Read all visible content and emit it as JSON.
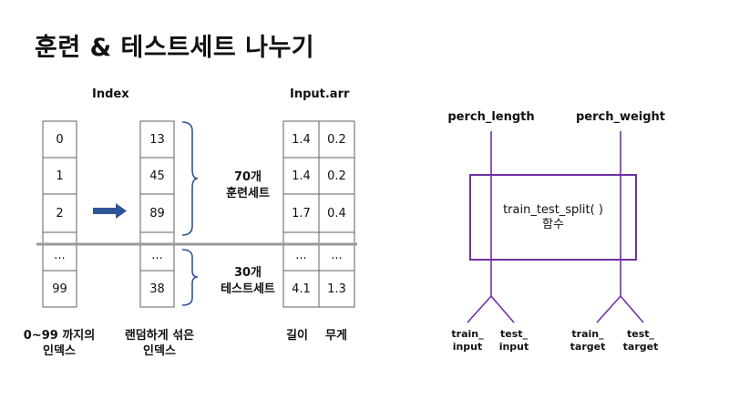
{
  "title": "훈련 & 테스트세트 나누기",
  "index_header": "Index",
  "input_header": "Input.arr",
  "index_column": [
    "0",
    "1",
    "2",
    "...",
    "99"
  ],
  "shuffled_column": [
    "13",
    "45",
    "89",
    "...",
    "38"
  ],
  "input_rows": [
    [
      "1.4",
      "0.2"
    ],
    [
      "1.4",
      "0.2"
    ],
    [
      "1.7",
      "0.4"
    ],
    [
      "...",
      "..."
    ],
    [
      "4.1",
      "1.3"
    ]
  ],
  "train_group": {
    "line1": "70개",
    "line2": "훈련세트"
  },
  "test_group": {
    "line1": "30개",
    "line2": "테스트세트"
  },
  "captions": {
    "index": {
      "line1": "0~99 까지의",
      "line2": "인덱스"
    },
    "shuffled": {
      "line1": "랜덤하게 섞은",
      "line2": "인덱스"
    },
    "length": "길이",
    "weight": "무게"
  },
  "diagram": {
    "input_left": "perch_length",
    "input_right": "perch_weight",
    "function_line1": "train_test_split(  )",
    "function_line2": "함수",
    "outputs": [
      {
        "line1": "train_",
        "line2": "input"
      },
      {
        "line1": "test_",
        "line2": "input"
      },
      {
        "line1": "train_",
        "line2": "target"
      },
      {
        "line1": "test_",
        "line2": "target"
      }
    ]
  },
  "colors": {
    "function_box": "#7030a0",
    "split_line": "#9a9a9a",
    "arrow": "#2e5597",
    "bracket": "#2f5597",
    "table_border": "#606060"
  }
}
